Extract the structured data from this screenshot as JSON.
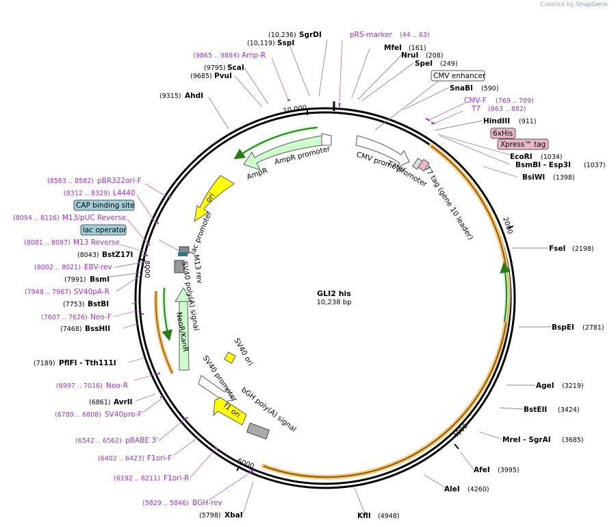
{
  "credit": {
    "prefix": "Created by",
    "brand": "SnapGene"
  },
  "plasmid": {
    "name": "GLI2 his",
    "size_label": "10,238 bp",
    "length": 10238
  },
  "tick_labels": [
    "10,000",
    "2000",
    "4000",
    "6000",
    "8000"
  ],
  "enzymes_left": [
    {
      "name": "SgrDI",
      "pos": "(10,236)"
    },
    {
      "name": "SspI",
      "pos": "(10,119)"
    },
    {
      "name": "ScaI",
      "pos": "(9795)"
    },
    {
      "name": "PvuI",
      "pos": "(9685)"
    },
    {
      "name": "AhdI",
      "pos": "(9315)"
    },
    {
      "name": "BstZ17I",
      "pos": "(8043)"
    },
    {
      "name": "BsmI",
      "pos": "(7991)"
    },
    {
      "name": "BstBI",
      "pos": "(7753)"
    },
    {
      "name": "BssHII",
      "pos": "(7468)"
    },
    {
      "name": "PflFI - Tth111I",
      "pos": "(7189)"
    },
    {
      "name": "AvrII",
      "pos": "(6861)"
    },
    {
      "name": "XbaI",
      "pos": "(5798)"
    }
  ],
  "enzymes_right": [
    {
      "name": "MfeI",
      "pos": "(161)"
    },
    {
      "name": "NruI",
      "pos": "(208)"
    },
    {
      "name": "SpeI",
      "pos": "(249)"
    },
    {
      "name": "SnaBI",
      "pos": "(590)"
    },
    {
      "name": "HindIII",
      "pos": "(911)"
    },
    {
      "name": "EcoRI",
      "pos": "(1034)"
    },
    {
      "name": "BsmBI - Esp3I",
      "pos": "(1037)"
    },
    {
      "name": "BsiWI",
      "pos": "(1398)"
    },
    {
      "name": "FseI",
      "pos": "(2198)"
    },
    {
      "name": "BspEI",
      "pos": "(2781)"
    },
    {
      "name": "AgeI",
      "pos": "(3219)"
    },
    {
      "name": "BstEII",
      "pos": "(3424)"
    },
    {
      "name": "MreI - SgrAI",
      "pos": "(3685)"
    },
    {
      "name": "AfeI",
      "pos": "(3995)"
    },
    {
      "name": "AleI",
      "pos": "(4260)"
    },
    {
      "name": "KflI",
      "pos": "(4948)"
    }
  ],
  "primers": [
    {
      "name": "pRS-marker",
      "range": "(44 .. 63)"
    },
    {
      "name": "Amp-R",
      "range": "(9865 .. 9884)"
    },
    {
      "name": "CMV-F",
      "range": "(769 .. 789)"
    },
    {
      "name": "T7",
      "range": "(863 .. 882)"
    },
    {
      "name": "pBR322ori-F",
      "range": "(8563 .. 8582)"
    },
    {
      "name": "L4440",
      "range": "(8312 .. 8329)"
    },
    {
      "name": "M13/pUC Reverse",
      "range": "(8094 .. 8116)"
    },
    {
      "name": "M13 Reverse",
      "range": "(8081 .. 8097)"
    },
    {
      "name": "EBV-rev",
      "range": "(8002 .. 8021)"
    },
    {
      "name": "SV40pA-R",
      "range": "(7948 .. 7967)"
    },
    {
      "name": "Neo-F",
      "range": "(7607 .. 7626)"
    },
    {
      "name": "Neo-R",
      "range": "(6997 .. 7016)"
    },
    {
      "name": "SV40pro-F",
      "range": "(6789 .. 6808)"
    },
    {
      "name": "pBABE 3'",
      "range": "(6542 .. 6562)"
    },
    {
      "name": "F1ori-F",
      "range": "(6402 .. 6423)"
    },
    {
      "name": "F1ori-R",
      "range": "(6192 .. 6211)"
    },
    {
      "name": "BGH-rev",
      "range": "(5829 .. 5846)"
    }
  ],
  "boxed_labels": [
    {
      "name": "CMV enhancer",
      "style": "white"
    },
    {
      "name": "6xHis",
      "style": "pink"
    },
    {
      "name": "Xpress™ tag",
      "style": "pink"
    },
    {
      "name": "CAP binding site",
      "style": "teal"
    },
    {
      "name": "lac operator",
      "style": "teal"
    }
  ],
  "features": [
    "AmpR promoter",
    "AmpR",
    "ori",
    "lac promoter",
    "M13 rev",
    "SV40 poly(A) signal",
    "NeoR/KanR",
    "SV40 ori",
    "SV40 promoter",
    "bGH poly(A) signal",
    "f1 ori",
    "CMV promoter",
    "T7 promoter",
    "T7 tag (gene 10 leader)"
  ],
  "colors": {
    "primer": "#9b30d8",
    "amp_fill": "#ccffcc",
    "ori_fill": "#ffff00",
    "orange_band": "#f5c87a",
    "orf_green": "#3aa62a",
    "pink_box": "#e8b8c8",
    "teal_box": "#9ccfd8"
  }
}
